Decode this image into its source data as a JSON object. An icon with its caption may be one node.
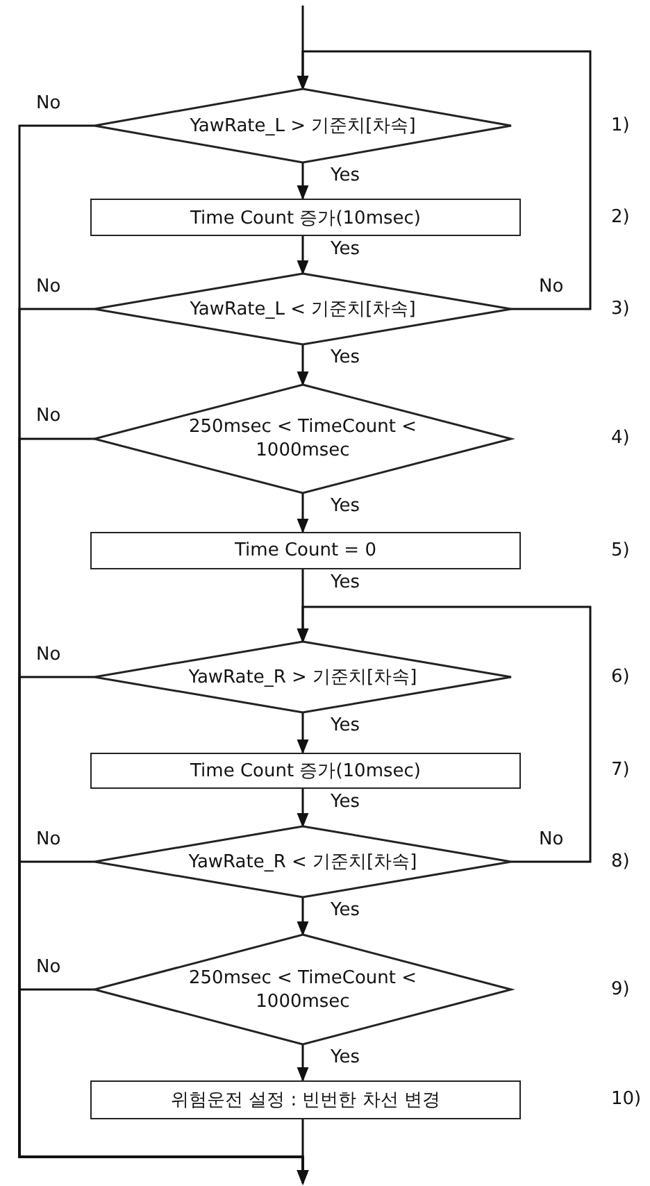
{
  "diagram": {
    "nodes": [
      {
        "text": [
          "YawRate_L > 기준치[차속]"
        ]
      },
      {
        "text": [
          "Time Count 증가(10msec)"
        ]
      },
      {
        "text": [
          "YawRate_L < 기준치[차속]"
        ]
      },
      {
        "text": [
          "250msec < TimeCount < 1000msec"
        ]
      },
      {
        "text": [
          "Time Count = 0"
        ]
      },
      {
        "text": [
          "YawRate_R > 기준치[차속]"
        ]
      },
      {
        "text": [
          "Time Count 증가(10msec)"
        ]
      },
      {
        "text": [
          "YawRate_R < 기준치[차속]"
        ]
      },
      {
        "text": [
          "250msec < TimeCount < 1000msec"
        ]
      },
      {
        "text": [
          "위험운전 설정 : 빈번한 차선 변경"
        ]
      }
    ],
    "edges": [
      {
        "from": null,
        "to": 0,
        "arrow": "to"
      },
      {
        "from": 0,
        "to": 1,
        "arrow": "to",
        "label": "Yes"
      },
      {
        "from": 1,
        "to": 2,
        "arrow": "to",
        "label": "Yes"
      },
      {
        "from": 2,
        "to": 3,
        "arrow": "to",
        "label": "Yes"
      },
      {
        "from": 3,
        "to": 4,
        "arrow": "to",
        "label": "Yes"
      },
      {
        "from": 4,
        "to": 5,
        "arrow": "to",
        "label": "Yes"
      },
      {
        "from": 5,
        "to": 6,
        "arrow": "to",
        "label": "Yes"
      },
      {
        "from": 6,
        "to": 7,
        "arrow": "to",
        "label": "Yes"
      },
      {
        "from": 7,
        "to": 8,
        "arrow": "to",
        "label": "Yes"
      },
      {
        "from": 8,
        "to": 9,
        "arrow": "to",
        "label": "Yes"
      },
      {
        "from": 9,
        "to": null,
        "arrow": "to"
      },
      {
        "from": 2,
        "to": 0,
        "arrow": "to",
        "label": "No"
      },
      {
        "from": 7,
        "to": 5,
        "arrow": "to",
        "label": "No"
      },
      {
        "from": 0,
        "to": null,
        "arrow": "to",
        "label": "No"
      },
      {
        "from": 2,
        "to": null,
        "arrow": "to",
        "label": "No"
      },
      {
        "from": 3,
        "to": null,
        "arrow": "to",
        "label": "No"
      },
      {
        "from": 5,
        "to": null,
        "arrow": "to",
        "label": "No"
      },
      {
        "from": 7,
        "to": null,
        "arrow": "to",
        "label": "No"
      },
      {
        "from": 8,
        "to": null,
        "arrow": "to",
        "label": "No"
      }
    ],
    "labels": [
      "1)",
      "2)",
      "3)",
      "4)",
      "5)",
      "6)",
      "7)",
      "8)",
      "9)",
      "10)"
    ]
  }
}
